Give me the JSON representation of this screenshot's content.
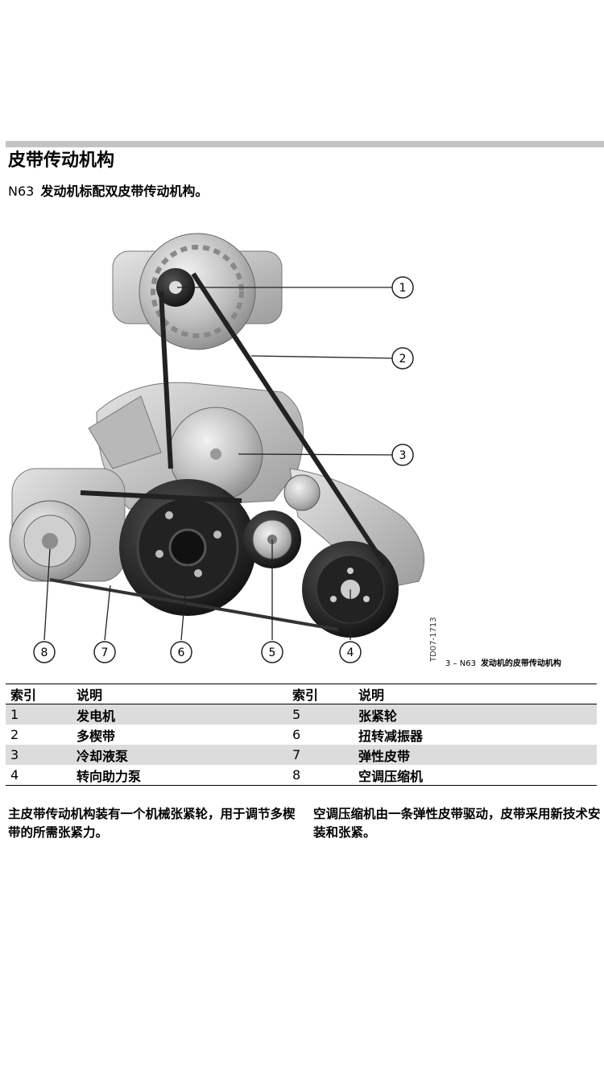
{
  "section": {
    "title": "皮带传动机构",
    "subtitle_model": "N63",
    "subtitle_text": "发动机标配双皮带传动机构。"
  },
  "figure": {
    "code": "TD07-1713",
    "caption_number": "3 – N63",
    "caption_text": "发动机的皮带传动机构",
    "callouts": [
      "1",
      "2",
      "3",
      "4",
      "5",
      "6",
      "7",
      "8"
    ]
  },
  "legend": {
    "headers": [
      "索引",
      "说明",
      "索引",
      "说明"
    ],
    "rows": [
      {
        "i1": "1",
        "d1": "发电机",
        "i2": "5",
        "d2": "张紧轮"
      },
      {
        "i1": "2",
        "d1": "多楔带",
        "i2": "6",
        "d2": "扭转减振器"
      },
      {
        "i1": "3",
        "d1": "冷却液泵",
        "i2": "7",
        "d2": "弹性皮带"
      },
      {
        "i1": "4",
        "d1": "转向助力泵",
        "i2": "8",
        "d2": "空调压缩机"
      }
    ]
  },
  "body": {
    "left": "主皮带传动机构装有一个机械张紧轮，用于调节多楔带的所需张紧力。",
    "right": "空调压缩机由一条弹性皮带驱动，皮带采用新技术安装和张紧。"
  }
}
